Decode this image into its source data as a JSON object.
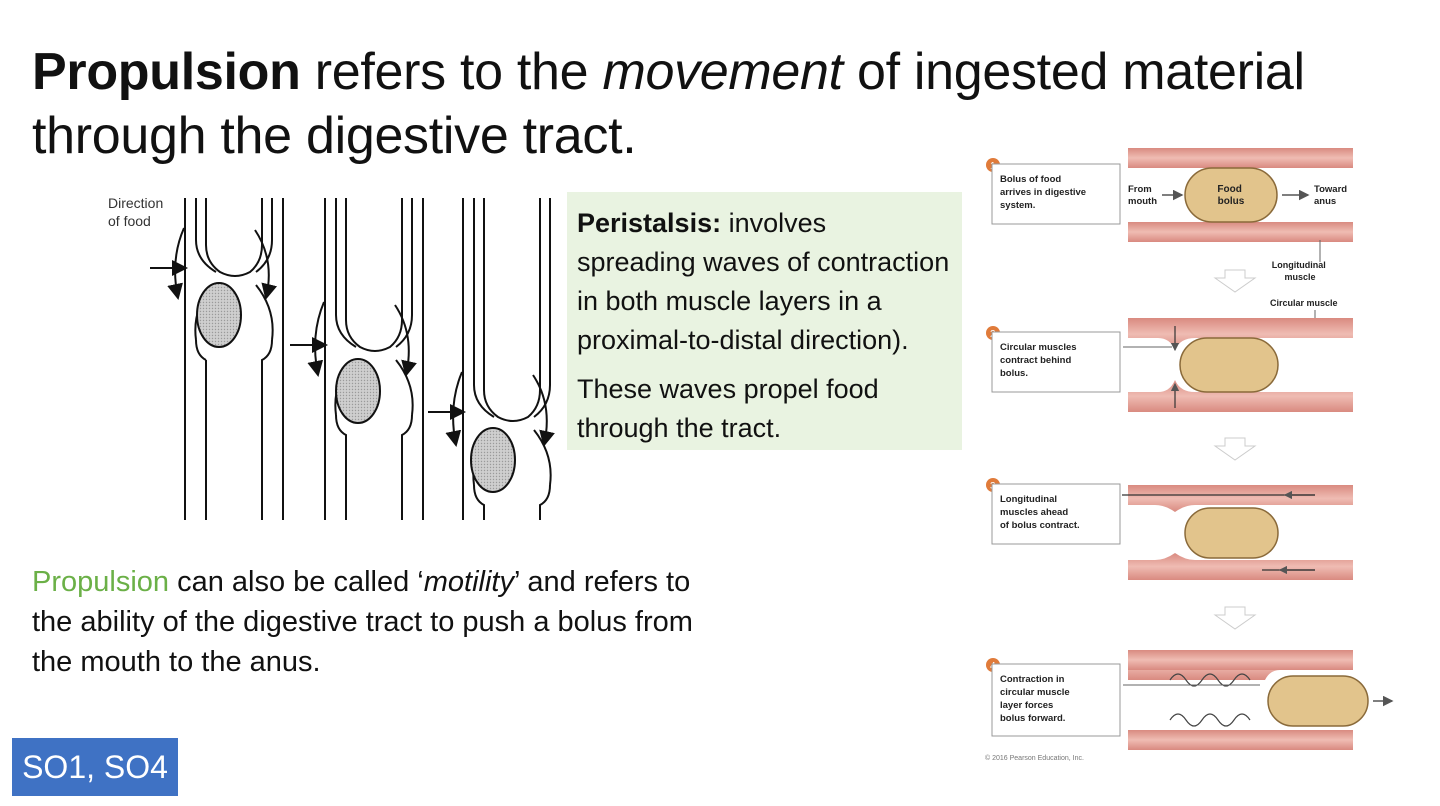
{
  "title": {
    "bold": "Propulsion",
    "part1": " refers to the ",
    "italic": "movement",
    "part2": " of ingested material through the digestive tract."
  },
  "peristalsis": {
    "term": "Peristalsis:",
    "definition": " involves spreading waves of contraction in both muscle layers in a proximal-to-distal direction).",
    "note": "These waves propel food through the tract."
  },
  "motility": {
    "term": "Propulsion",
    "part1": " can also be called ‘",
    "italic": "motility",
    "part2": "’ and refers to the ability of the digestive tract to push a bolus from the mouth to the anus."
  },
  "badge": "SO1, SO4",
  "left_figure": {
    "label_line1": "Direction",
    "label_line2": "of food"
  },
  "right_figure": {
    "step1": [
      "Bolus of food",
      "arrives in digestive",
      "system."
    ],
    "from_label": [
      "From",
      "mouth"
    ],
    "bolus_label": [
      "Food",
      "bolus"
    ],
    "toward_label": [
      "Toward",
      "anus"
    ],
    "longitudinal_label": [
      "Longitudinal",
      "muscle"
    ],
    "circular_label": "Circular muscle",
    "step2": [
      "Circular muscles",
      "contract behind",
      "bolus."
    ],
    "step3": [
      "Longitudinal",
      "muscles ahead",
      "of bolus contract."
    ],
    "step4": [
      "Contraction in",
      "circular muscle",
      "layer forces",
      "bolus forward."
    ],
    "step_numbers": [
      "1",
      "2",
      "3",
      "4"
    ],
    "copyright": "© 2016 Pearson Education, Inc."
  },
  "colors": {
    "badge_bg": "#3f72c4",
    "green_text": "#6bb047",
    "box_bg": "#e9f3e1",
    "muscle_pink": "#e3a39a",
    "bolus_tan": "#e2c48c",
    "step_badge": "#e07b3a"
  }
}
